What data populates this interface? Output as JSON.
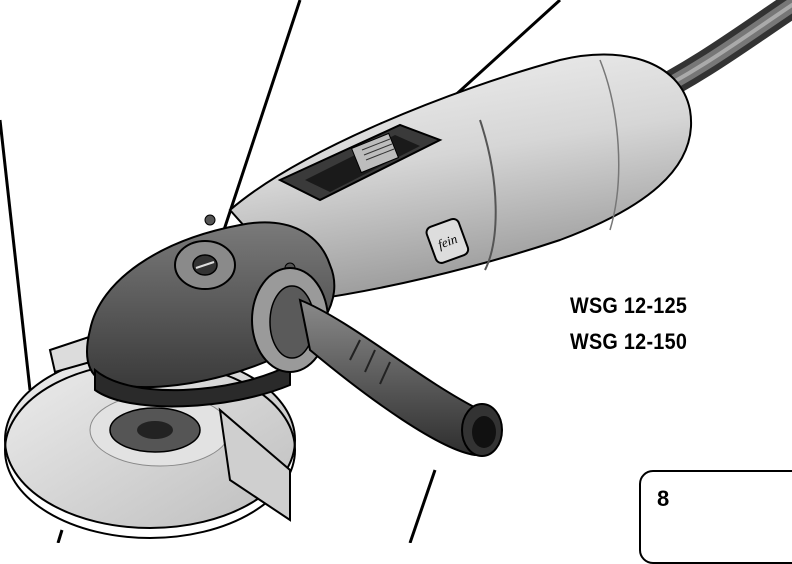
{
  "document": {
    "models": [
      "WSG 12-125",
      "WSG 12-150"
    ],
    "page_number": "8",
    "illustration": "angle-grinder-illustration",
    "logo_text": "fein"
  }
}
